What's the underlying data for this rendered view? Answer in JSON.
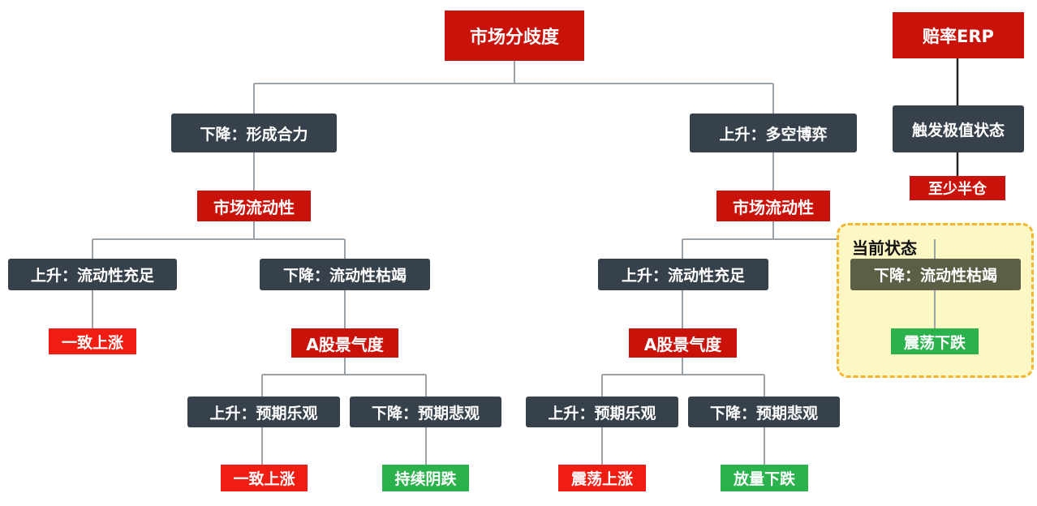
{
  "root": "市场分歧度",
  "erp": {
    "title": "赔率ERP",
    "trigger": "触发极值状态",
    "action": "至少半仓"
  },
  "left": {
    "branch": "下降：形成合力",
    "factor": "市场流动性",
    "up": {
      "label": "上升：流动性充足",
      "result": "一致上涨"
    },
    "down": {
      "label": "下降：流动性枯竭",
      "factor": "A股景气度",
      "up": {
        "label": "上升：预期乐观",
        "result": "一致上涨"
      },
      "down": {
        "label": "下降：预期悲观",
        "result": "持续阴跌"
      }
    }
  },
  "right": {
    "branch": "上升：多空博弈",
    "factor": "市场流动性",
    "up": {
      "label": "上升：流动性充足",
      "factor": "A股景气度",
      "up": {
        "label": "上升：预期乐观",
        "result": "震荡上涨"
      },
      "down": {
        "label": "下降：预期悲观",
        "result": "放量下跌"
      }
    },
    "current": {
      "title": "当前状态",
      "label": "下降：流动性枯竭",
      "result": "震荡下跌"
    }
  }
}
